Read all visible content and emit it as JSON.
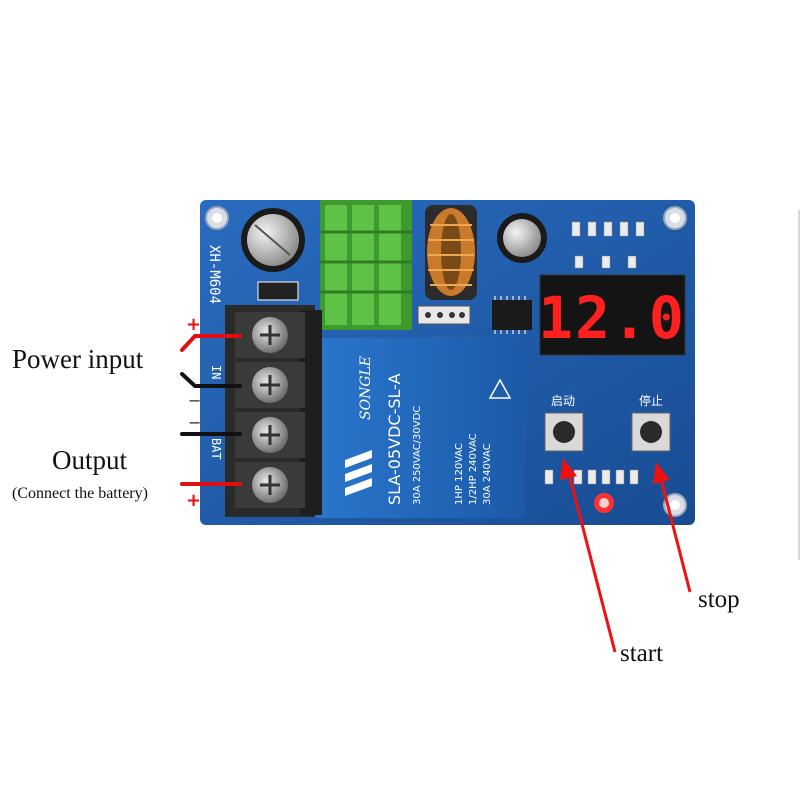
{
  "labels": {
    "power_input": "Power input",
    "output": "Output",
    "output_note": "(Connect the battery)",
    "start": "start",
    "stop": "stop"
  },
  "board": {
    "model": "XH-M604",
    "display_value": "12.0",
    "relay_brand": "SONGLE",
    "relay_model": "SLA-05VDC-SL-A",
    "relay_rating_1": "30A 250VAC/30VDC",
    "relay_rating_2": "1HP 120VAC",
    "relay_rating_3": "1/2HP 240VAC",
    "relay_rating_4": "30A 240VAC",
    "btn_start_label": "启动",
    "btn_stop_label": "停止",
    "terminal_in": "IN",
    "terminal_bat": "BAT",
    "plus": "+",
    "minus": "−"
  },
  "colors": {
    "pcb": "#1f5aa6",
    "relay": "#1e62b8",
    "heatsink": "#4fb33a",
    "display_digit": "#ff2020",
    "arrow": "#ee1111"
  }
}
